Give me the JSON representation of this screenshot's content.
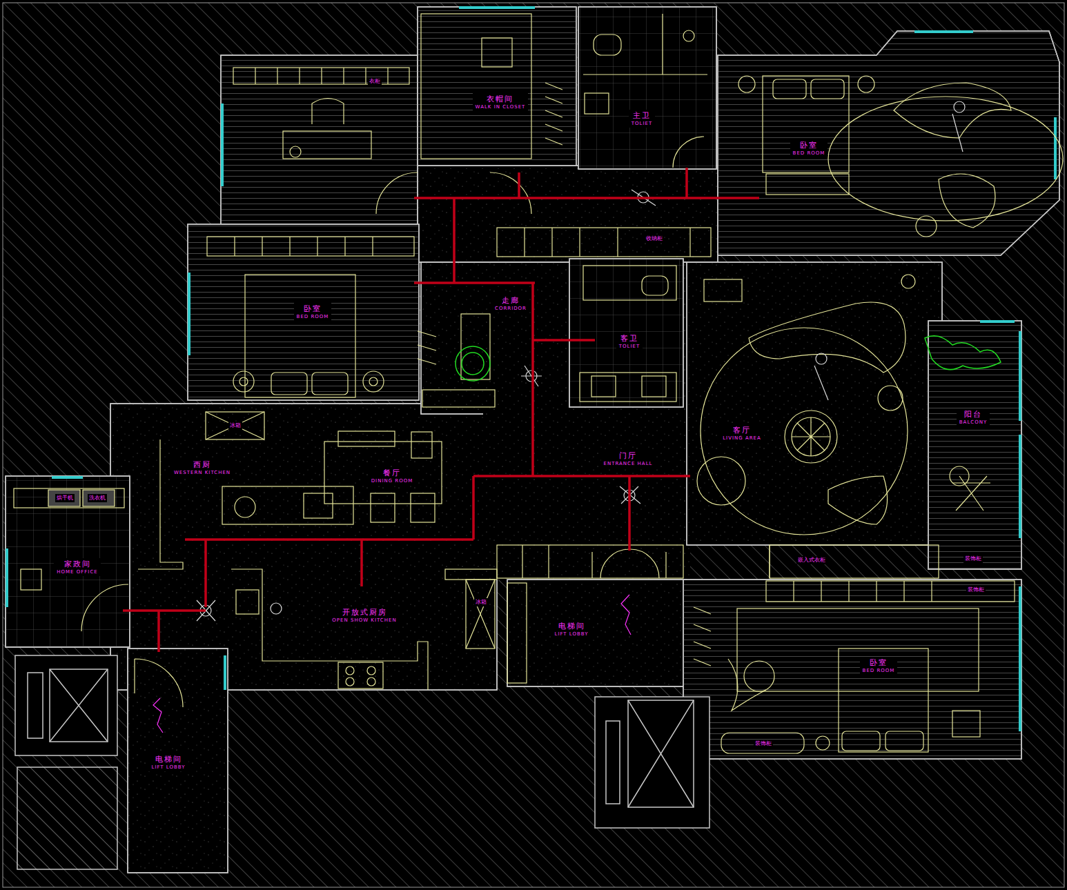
{
  "diagram": {
    "nodes": [
      {
        "text": [
          "衣帽间",
          "WALK IN CLOSET"
        ]
      },
      {
        "text": [
          "主卫",
          "TOLIET"
        ]
      },
      {
        "text": [
          "卧室",
          "BED ROOM"
        ]
      },
      {
        "text": [
          "卧室",
          "BED ROOM"
        ]
      },
      {
        "text": [
          "走廊",
          "CORRIDOR"
        ]
      },
      {
        "text": [
          "客卫",
          "TOLIET"
        ]
      },
      {
        "text": [
          "客厅",
          "LIVING AREA"
        ]
      },
      {
        "text": [
          "阳台",
          "BALCONY"
        ]
      },
      {
        "text": [
          "西厨",
          "WESTERN KITCHEN"
        ]
      },
      {
        "text": [
          "餐厅",
          "DINING ROOM"
        ]
      },
      {
        "text": [
          "门厅",
          "ENTRANCE HALL"
        ]
      },
      {
        "text": [
          "家政间",
          "HOME OFFICE"
        ]
      },
      {
        "text": [
          "开放式厨房",
          "OPEN SHOW KITCHEN"
        ]
      },
      {
        "text": [
          "电梯间",
          "LIFT LOBBY"
        ]
      },
      {
        "text": [
          "卧室",
          "BED ROOM"
        ]
      },
      {
        "text": [
          "电梯间",
          "LIFT LOBBY"
        ]
      }
    ],
    "labels": [
      "衣柜",
      "收纳柜",
      "冰箱",
      "烘干机",
      "洗衣机",
      "嵌入式衣柜",
      "装饰柜",
      "装饰柜",
      "冰箱",
      "装饰柜"
    ]
  }
}
